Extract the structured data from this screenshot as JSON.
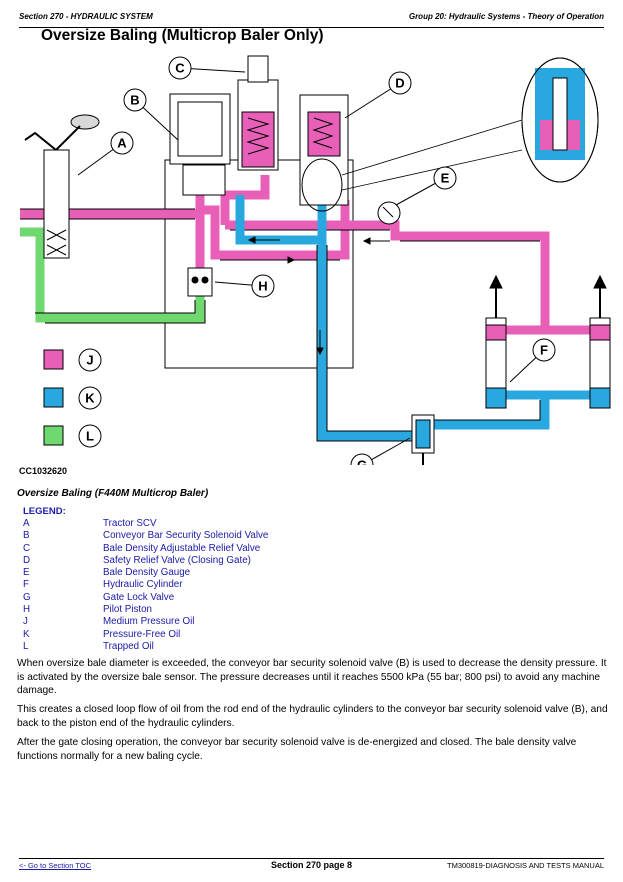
{
  "header": {
    "left": "Section 270 - HYDRAULIC SYSTEM",
    "right": "Group 20: Hydraulic Systems - Theory of Operation"
  },
  "title": "Oversize Baling (Multicrop Baler Only)",
  "diagram": {
    "callouts": [
      "A",
      "B",
      "C",
      "D",
      "E",
      "F",
      "G",
      "H"
    ],
    "key": [
      "J",
      "K",
      "L"
    ],
    "figure_id": "CC1032620",
    "colors": {
      "medium_pressure": "#e85fb8",
      "pressure_free": "#29a8e0",
      "trapped": "#6fd86f"
    }
  },
  "caption": "Oversize Baling (F440M Multicrop Baler)",
  "legend": {
    "title": "LEGEND:",
    "items": [
      {
        "key": "A",
        "label": "Tractor SCV"
      },
      {
        "key": "B",
        "label": "Conveyor Bar Security Solenoid Valve"
      },
      {
        "key": "C",
        "label": "Bale Density Adjustable Relief Valve"
      },
      {
        "key": "D",
        "label": "Safety Relief Valve (Closing Gate)"
      },
      {
        "key": "E",
        "label": "Bale Density Gauge"
      },
      {
        "key": "F",
        "label": "Hydraulic Cylinder"
      },
      {
        "key": "G",
        "label": "Gate Lock Valve"
      },
      {
        "key": "H",
        "label": "Pilot Piston"
      },
      {
        "key": "J",
        "label": "Medium Pressure Oil"
      },
      {
        "key": "K",
        "label": "Pressure-Free Oil"
      },
      {
        "key": "L",
        "label": "Trapped Oil"
      }
    ]
  },
  "paragraphs": [
    "When oversize bale diameter is exceeded, the conveyor bar security solenoid valve (B) is used to decrease the density pressure. It is activated by the oversize bale sensor. The pressure decreases until it reaches 5500 kPa (55 bar; 800 psi) to avoid any machine damage.",
    "This creates a closed loop flow of oil from the rod end of the hydraulic cylinders to the conveyor bar security solenoid valve (B), and back to the piston end of the hydraulic cylinders.",
    "After the gate closing operation, the conveyor bar security solenoid valve is de-energized and closed. The bale density valve functions normally for a new baling cycle."
  ],
  "footer": {
    "toc_link": "<- Go to Section TOC",
    "page": "Section 270 page 8",
    "manual": "TM300819-DIAGNOSIS AND TESTS MANUAL"
  }
}
